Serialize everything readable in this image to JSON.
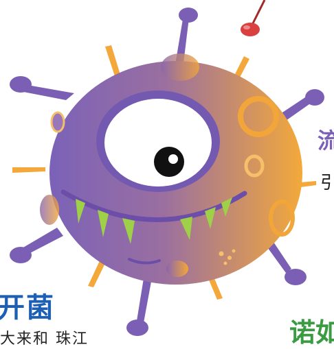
{
  "texts": {
    "blue_heading": "开菌",
    "blue_subtext": "大来和 珠江",
    "purple_heading": "流",
    "purple_subtext": "引",
    "green_heading": "诺如"
  },
  "colors": {
    "virus_purple": "#7b61b6",
    "virus_orange": "#f2a93b",
    "spike_purple": "#7a5fb4",
    "spike_orange": "#f4a73a",
    "teeth_green": "#9fd148",
    "pin_red": "#d94040"
  },
  "icons": [
    "virus-character-illustration",
    "red-pin-icon"
  ]
}
